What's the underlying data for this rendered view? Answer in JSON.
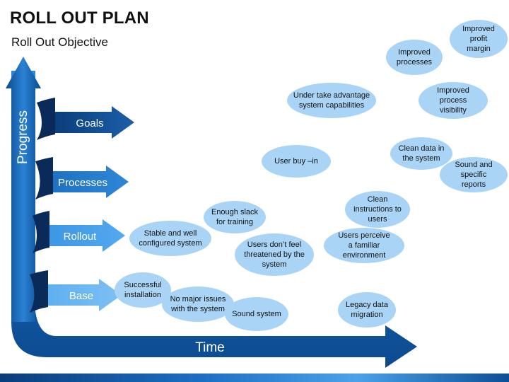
{
  "header": {
    "title": "ROLL OUT PLAN",
    "subtitle": "Roll Out Objective"
  },
  "axes": {
    "y_label": "Progress",
    "x_label": "Time"
  },
  "levels": [
    {
      "label": "Goals"
    },
    {
      "label": "Processes"
    },
    {
      "label": "Rollout"
    },
    {
      "label": "Base"
    }
  ],
  "bubbles": [
    "Successful\ninstallation",
    "No major issues\nwith the system",
    "Sound system",
    "Stable and well\nconfigured system",
    "Enough slack\nfor training",
    "Users don’t feel\nthreatened by the\nsystem",
    "User buy –in",
    "Under take advantage\nsystem capabilities",
    "Legacy data\nmigration",
    "Users perceive\na familiar\nenvironment",
    "Clean\ninstructions to\nusers",
    "Clean data in\nthe system",
    "Sound and\nspecific\nreports",
    "Improved\nprocess\nvisibility",
    "Improved\nprocesses",
    "Improved\nprofit\nmargin"
  ],
  "colors": {
    "dark_blue": "#0d4e96",
    "mid_blue": "#1f6fc2",
    "light_blue": "#3f9ae6",
    "bubble": "#a9d4f5",
    "navy": "#0a2a5a"
  }
}
